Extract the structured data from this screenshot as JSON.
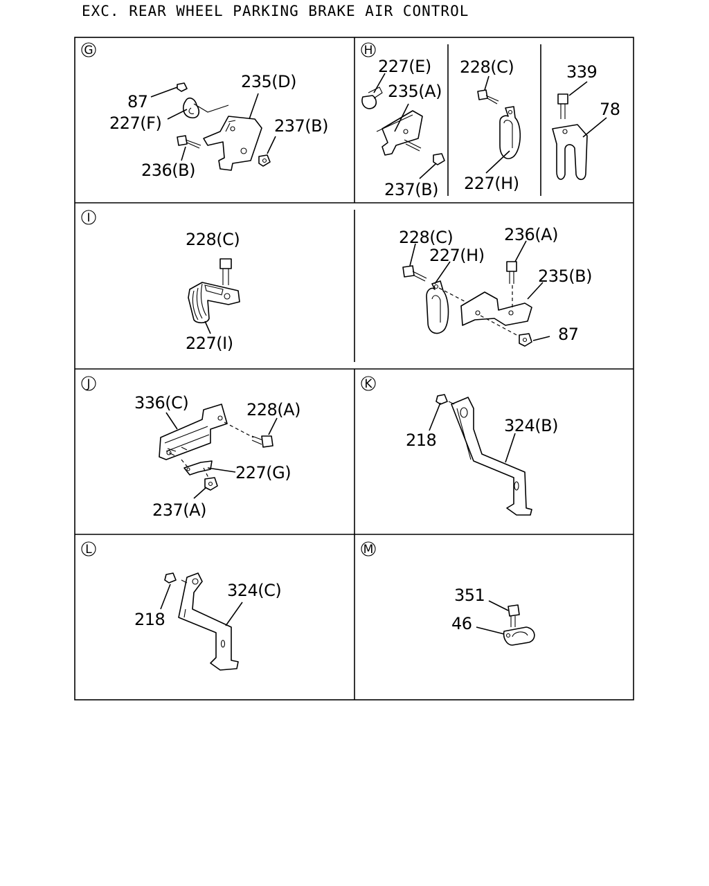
{
  "title": "EXC. REAR WHEEL PARKING BRAKE AIR CONTROL",
  "sections": {
    "G": {
      "id": "G",
      "labels": [
        "87",
        "227(F)",
        "236(B)",
        "235(D)",
        "237(B)"
      ]
    },
    "H": {
      "id": "H",
      "labels": [
        "227(E)",
        "235(A)",
        "237(B)",
        "228(C)",
        "227(H)",
        "339",
        "78"
      ]
    },
    "I": {
      "id": "I",
      "labels": [
        "228(C)",
        "227(I)"
      ]
    },
    "I2": {
      "labels": [
        "228(C)",
        "227(H)",
        "236(A)",
        "235(B)",
        "87"
      ]
    },
    "J": {
      "id": "J",
      "labels": [
        "336(C)",
        "228(A)",
        "227(G)",
        "237(A)"
      ]
    },
    "K": {
      "id": "K",
      "labels": [
        "218",
        "324(B)"
      ]
    },
    "L": {
      "id": "L",
      "labels": [
        "218",
        "324(C)"
      ]
    },
    "M": {
      "id": "M",
      "labels": [
        "351",
        "46"
      ]
    }
  }
}
